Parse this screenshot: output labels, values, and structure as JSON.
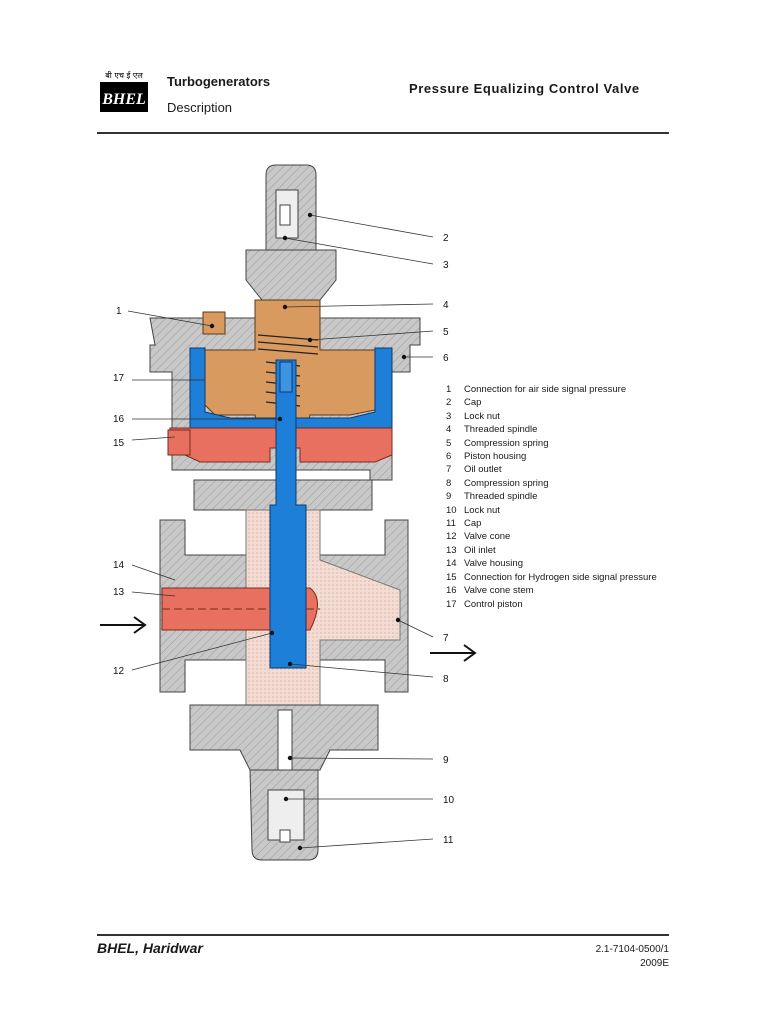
{
  "header": {
    "logo_text": "BHEL",
    "logo_caption": "बी एच ई एल",
    "company": "Turbogenerators",
    "section": "Description",
    "title": "Pressure Equalizing Control Valve"
  },
  "diagram": {
    "callouts": [
      "1",
      "2",
      "3",
      "4",
      "5",
      "6",
      "7",
      "8",
      "9",
      "10",
      "11",
      "12",
      "13",
      "14",
      "15",
      "16",
      "17"
    ],
    "colors": {
      "housing": "#c8c8c8",
      "oil": "#1e7fd8",
      "piston": "#d89a5e",
      "hydrogen": "#e87060",
      "inner": "#f1d9d0"
    }
  },
  "legend": [
    {
      "num": "1",
      "text": "Connection for air side signal pressure"
    },
    {
      "num": "2",
      "text": "Cap"
    },
    {
      "num": "3",
      "text": "Lock nut"
    },
    {
      "num": "4",
      "text": "Threaded spindle"
    },
    {
      "num": "5",
      "text": "Compression spring"
    },
    {
      "num": "6",
      "text": "Piston housing"
    },
    {
      "num": "7",
      "text": "Oil outlet"
    },
    {
      "num": "8",
      "text": "Compression spring"
    },
    {
      "num": "9",
      "text": "Threaded spindle"
    },
    {
      "num": "10",
      "text": "Lock nut"
    },
    {
      "num": "11",
      "text": "Cap"
    },
    {
      "num": "12",
      "text": "Valve cone"
    },
    {
      "num": "13",
      "text": "Oil inlet"
    },
    {
      "num": "14",
      "text": "Valve housing"
    },
    {
      "num": "15",
      "text": "Connection for Hydrogen side signal pressure"
    },
    {
      "num": "16",
      "text": "Valve cone stem"
    },
    {
      "num": "17",
      "text": "Control piston"
    }
  ],
  "footer": {
    "company": "BHEL, Haridwar",
    "doc_code": "2.1-7104-0500/1",
    "revision": "2009E"
  }
}
